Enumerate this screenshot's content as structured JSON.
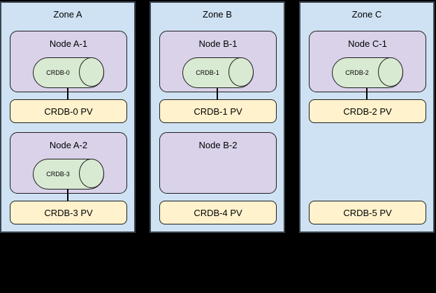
{
  "diagram": {
    "description": "CockroachDB zone / node / persistent volume topology diagram",
    "colors": {
      "background": "#000000",
      "zone_fill": "#cfe2f3",
      "node_fill": "#d9d2e9",
      "cylinder_fill": "#d9ead3",
      "pv_fill": "#fff2cc",
      "border": "#1d1d1d"
    },
    "zones": [
      {
        "name": "Zone A",
        "nodes": [
          {
            "name": "Node A-1",
            "cylinder": "CRDB-0",
            "pv": "CRDB-0 PV",
            "connected": true
          },
          {
            "name": "Node A-2",
            "cylinder": "CRDB-3",
            "pv": "CRDB-3 PV",
            "connected": true
          }
        ]
      },
      {
        "name": "Zone B",
        "nodes": [
          {
            "name": "Node B-1",
            "cylinder": "CRDB-1",
            "pv": "CRDB-1 PV",
            "connected": true
          },
          {
            "name": "Node B-2",
            "cylinder": null,
            "pv": "CRDB-4 PV",
            "connected": false
          }
        ]
      },
      {
        "name": "Zone C",
        "nodes": [
          {
            "name": "Node C-1",
            "cylinder": "CRDB-2",
            "pv": "CRDB-2 PV",
            "connected": true
          },
          {
            "name": null,
            "cylinder": null,
            "pv": "CRDB-5 PV",
            "connected": false
          }
        ]
      }
    ]
  }
}
